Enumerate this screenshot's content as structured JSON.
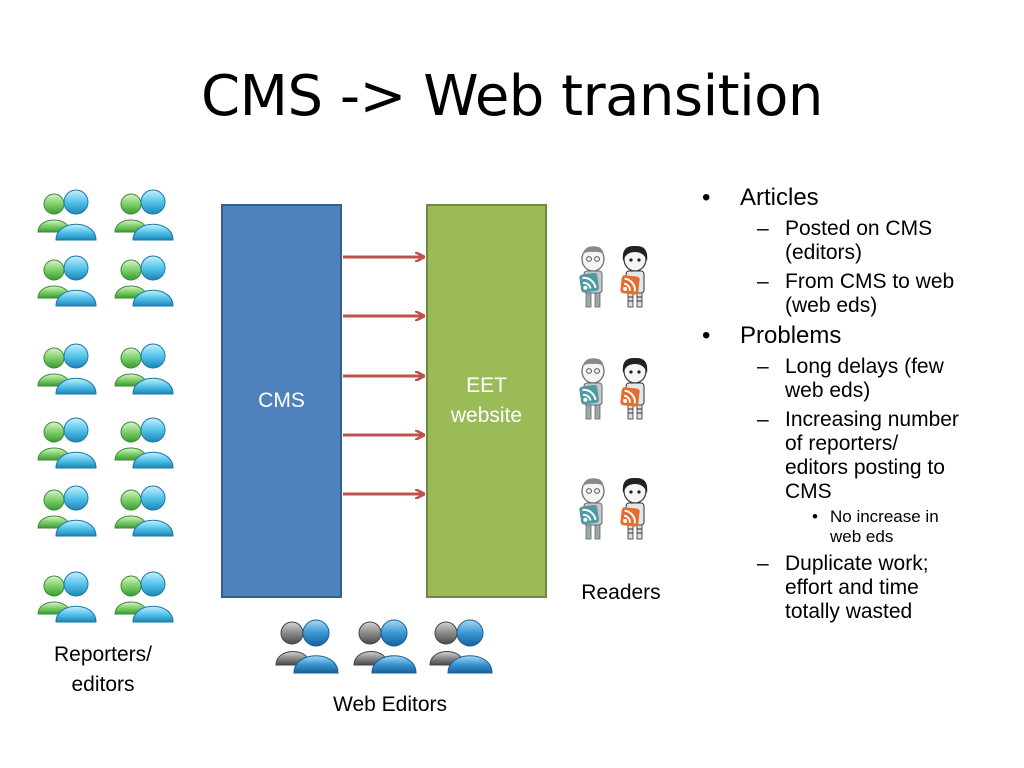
{
  "slide": {
    "title": "CMS -> Web transition"
  },
  "diagram": {
    "cms_label": "CMS",
    "eet_label": "EET\nwebsite",
    "reporters_label": "Reporters/\neditors",
    "readers_label": "Readers",
    "web_editors_label": "Web Editors",
    "colors": {
      "cms": "#4f81bd",
      "eet": "#9bbb59",
      "arrow": "#c0504d"
    }
  },
  "bullets": {
    "articles": "Articles",
    "posted_on_cms": "Posted on CMS (editors)",
    "from_cms_to_web": "From CMS to web (web eds)",
    "problems": "Problems",
    "long_delays": "Long delays (few web eds)",
    "increasing": "Increasing number of reporters/ editors posting to CMS",
    "no_increase": "No increase in web eds",
    "duplicate": "Duplicate work; effort and time totally wasted"
  }
}
